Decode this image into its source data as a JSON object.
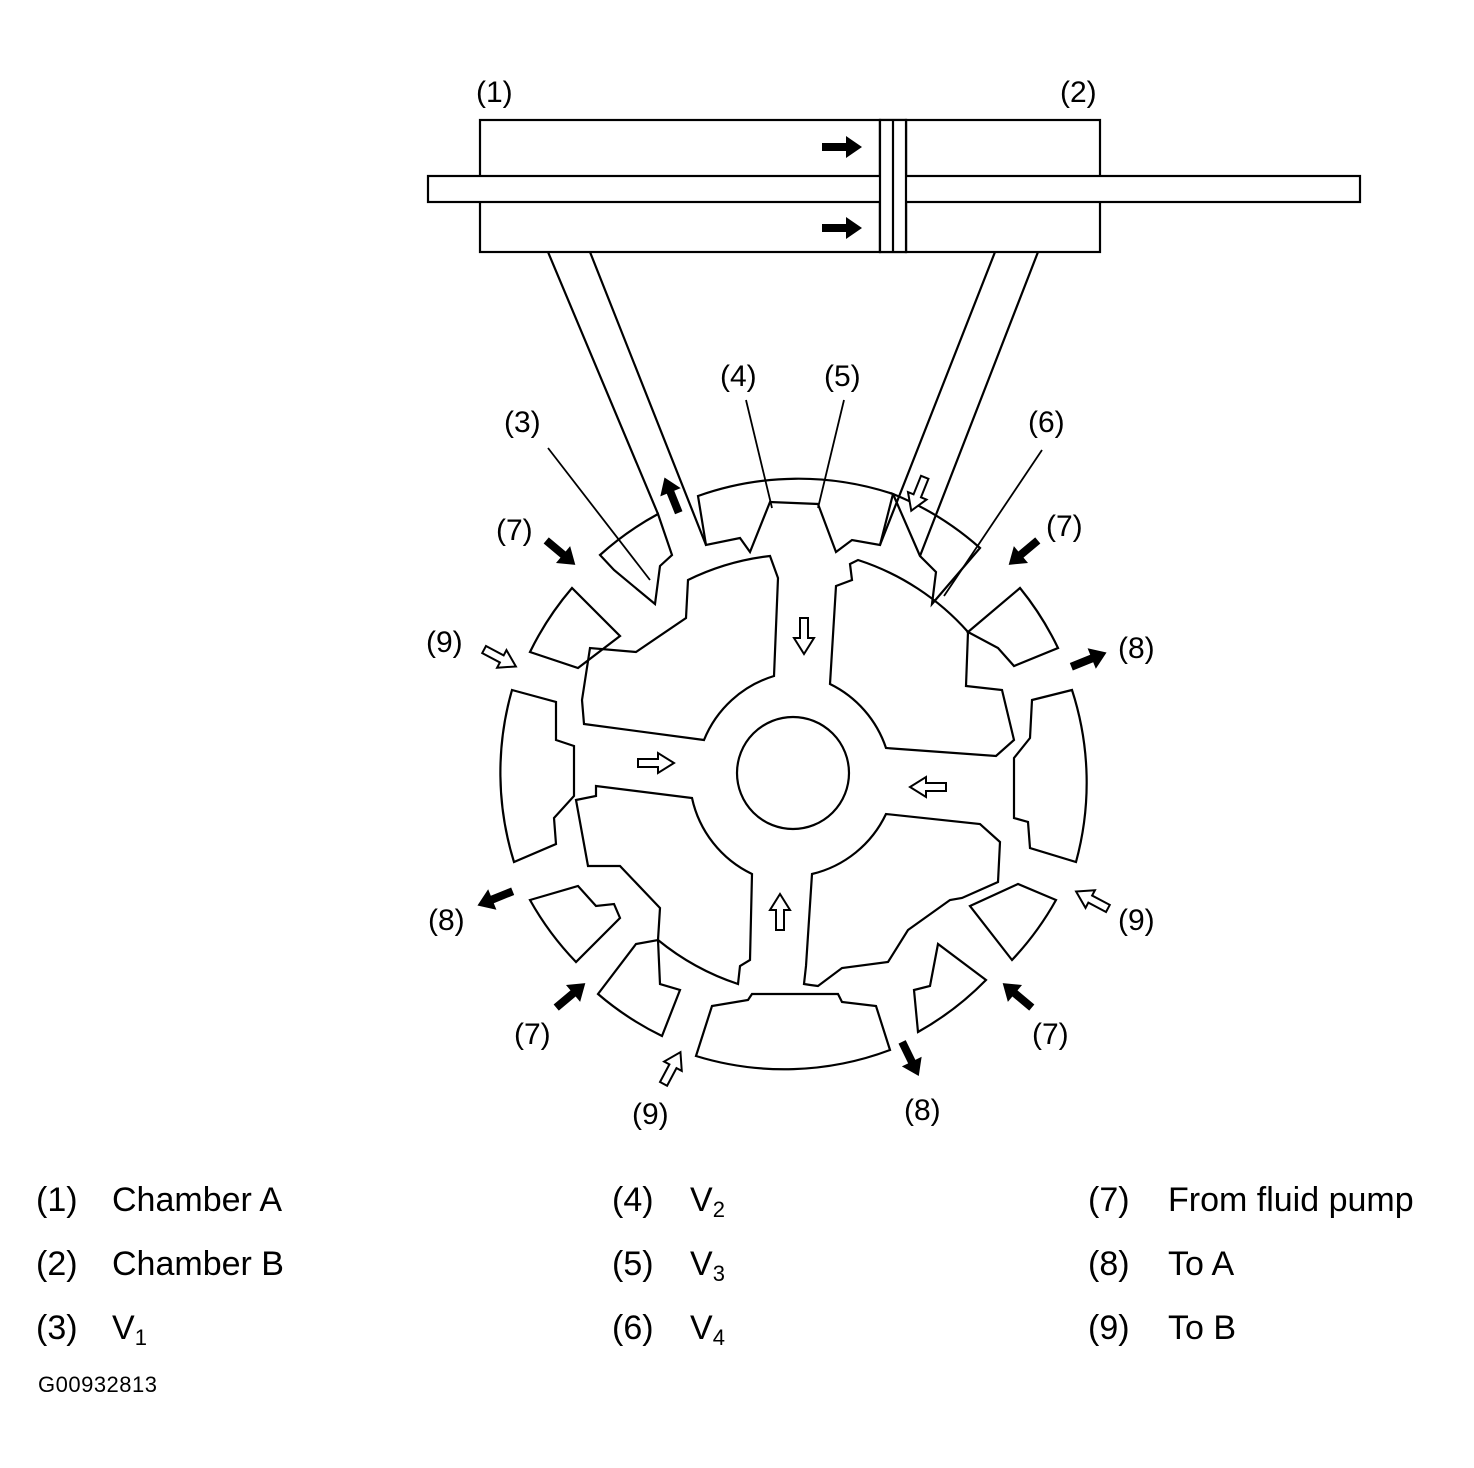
{
  "diagram": {
    "callouts": {
      "c1": "(1)",
      "c2": "(2)",
      "c3": "(3)",
      "c4": "(4)",
      "c5": "(5)",
      "c6": "(6)",
      "c7a": "(7)",
      "c7b": "(7)",
      "c7c": "(7)",
      "c7d": "(7)",
      "c8a": "(8)",
      "c8b": "(8)",
      "c8c": "(8)",
      "c9a": "(9)",
      "c9b": "(9)",
      "c9c": "(9)"
    }
  },
  "legend": [
    {
      "num": "(1)",
      "text": "Chamber A"
    },
    {
      "num": "(2)",
      "text": "Chamber B"
    },
    {
      "num": "(3)",
      "text": "V",
      "sub": "1"
    },
    {
      "num": "(4)",
      "text": "V",
      "sub": "2"
    },
    {
      "num": "(5)",
      "text": "V",
      "sub": "3"
    },
    {
      "num": "(6)",
      "text": "V",
      "sub": "4"
    },
    {
      "num": "(7)",
      "text": "From fluid pump"
    },
    {
      "num": "(8)",
      "text": "To A"
    },
    {
      "num": "(9)",
      "text": "To B"
    }
  ],
  "figure_code": "G00932813"
}
